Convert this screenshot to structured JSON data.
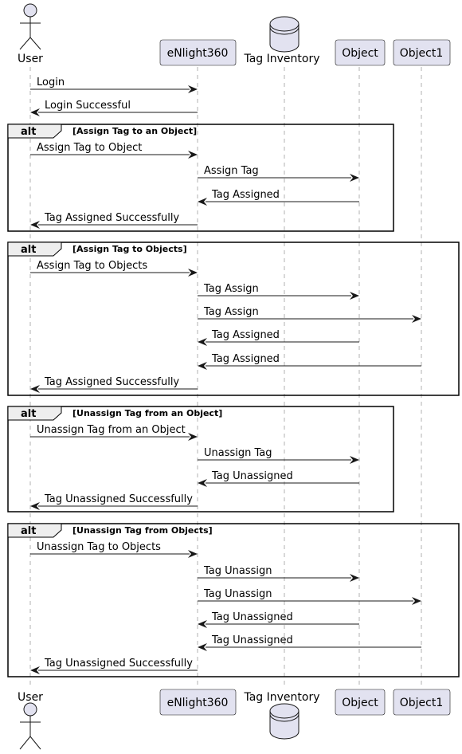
{
  "participants": {
    "user": "User",
    "enlight": "eNlight360",
    "inventory": "Tag Inventory",
    "object": "Object",
    "object1": "Object1"
  },
  "messages": {
    "login": "Login",
    "login_ok": "Login Successful"
  },
  "fragments": [
    {
      "keyword": "alt",
      "condition": "[Assign Tag to an Object]",
      "messages": [
        {
          "from": "user",
          "to": "enlight",
          "label": "Assign Tag to Object"
        },
        {
          "from": "enlight",
          "to": "object",
          "label": "Assign Tag"
        },
        {
          "from": "object",
          "to": "enlight",
          "label": "Tag Assigned"
        },
        {
          "from": "enlight",
          "to": "user",
          "label": "Tag Assigned Successfully"
        }
      ]
    },
    {
      "keyword": "alt",
      "condition": "[Assign Tag to Objects]",
      "messages": [
        {
          "from": "user",
          "to": "enlight",
          "label": "Assign Tag to Objects"
        },
        {
          "from": "enlight",
          "to": "object",
          "label": "Tag Assign"
        },
        {
          "from": "enlight",
          "to": "object1",
          "label": "Tag Assign"
        },
        {
          "from": "object",
          "to": "enlight",
          "label": "Tag Assigned"
        },
        {
          "from": "object1",
          "to": "enlight",
          "label": "Tag Assigned"
        },
        {
          "from": "enlight",
          "to": "user",
          "label": "Tag Assigned Successfully"
        }
      ]
    },
    {
      "keyword": "alt",
      "condition": "[Unassign Tag from an Object]",
      "messages": [
        {
          "from": "user",
          "to": "enlight",
          "label": "Unassign Tag from an Object"
        },
        {
          "from": "enlight",
          "to": "object",
          "label": "Unassign Tag"
        },
        {
          "from": "object",
          "to": "enlight",
          "label": "Tag Unassigned"
        },
        {
          "from": "enlight",
          "to": "user",
          "label": "Tag Unassigned Successfully"
        }
      ]
    },
    {
      "keyword": "alt",
      "condition": "[Unassign Tag from Objects]",
      "messages": [
        {
          "from": "user",
          "to": "enlight",
          "label": "Unassign Tag to Objects"
        },
        {
          "from": "enlight",
          "to": "object",
          "label": "Tag Unassign"
        },
        {
          "from": "enlight",
          "to": "object1",
          "label": "Tag Unassign"
        },
        {
          "from": "object",
          "to": "enlight",
          "label": "Tag Unassigned"
        },
        {
          "from": "object1",
          "to": "enlight",
          "label": "Tag Unassigned"
        },
        {
          "from": "enlight",
          "to": "user",
          "label": "Tag Unassigned Successfully"
        }
      ]
    }
  ]
}
